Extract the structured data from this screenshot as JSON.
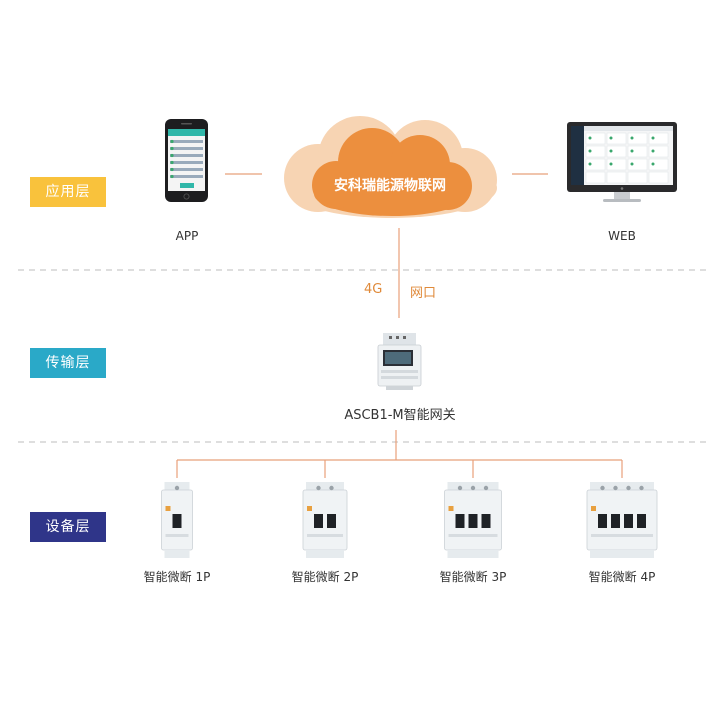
{
  "layers": [
    {
      "label": "应用层",
      "color": "#f9c23c"
    },
    {
      "label": "传输层",
      "color": "#2aa9c8"
    },
    {
      "label": "设备层",
      "color": "#2f3589"
    }
  ],
  "cloud": {
    "label": "安科瑞能源物联网",
    "color": "#ec8f3e"
  },
  "app": {
    "label": "APP"
  },
  "web": {
    "label": "WEB"
  },
  "links": {
    "g4": "4G",
    "lan": "网口"
  },
  "gateway": {
    "label": "ASCB1-M智能网关"
  },
  "devices": [
    {
      "label": "智能微断 1P",
      "poles": 1
    },
    {
      "label": "智能微断 2P",
      "poles": 2
    },
    {
      "label": "智能微断 3P",
      "poles": 3
    },
    {
      "label": "智能微断 4P",
      "poles": 4
    }
  ],
  "colors": {
    "line": "#e8a07a",
    "divider": "#bdbdbd"
  }
}
